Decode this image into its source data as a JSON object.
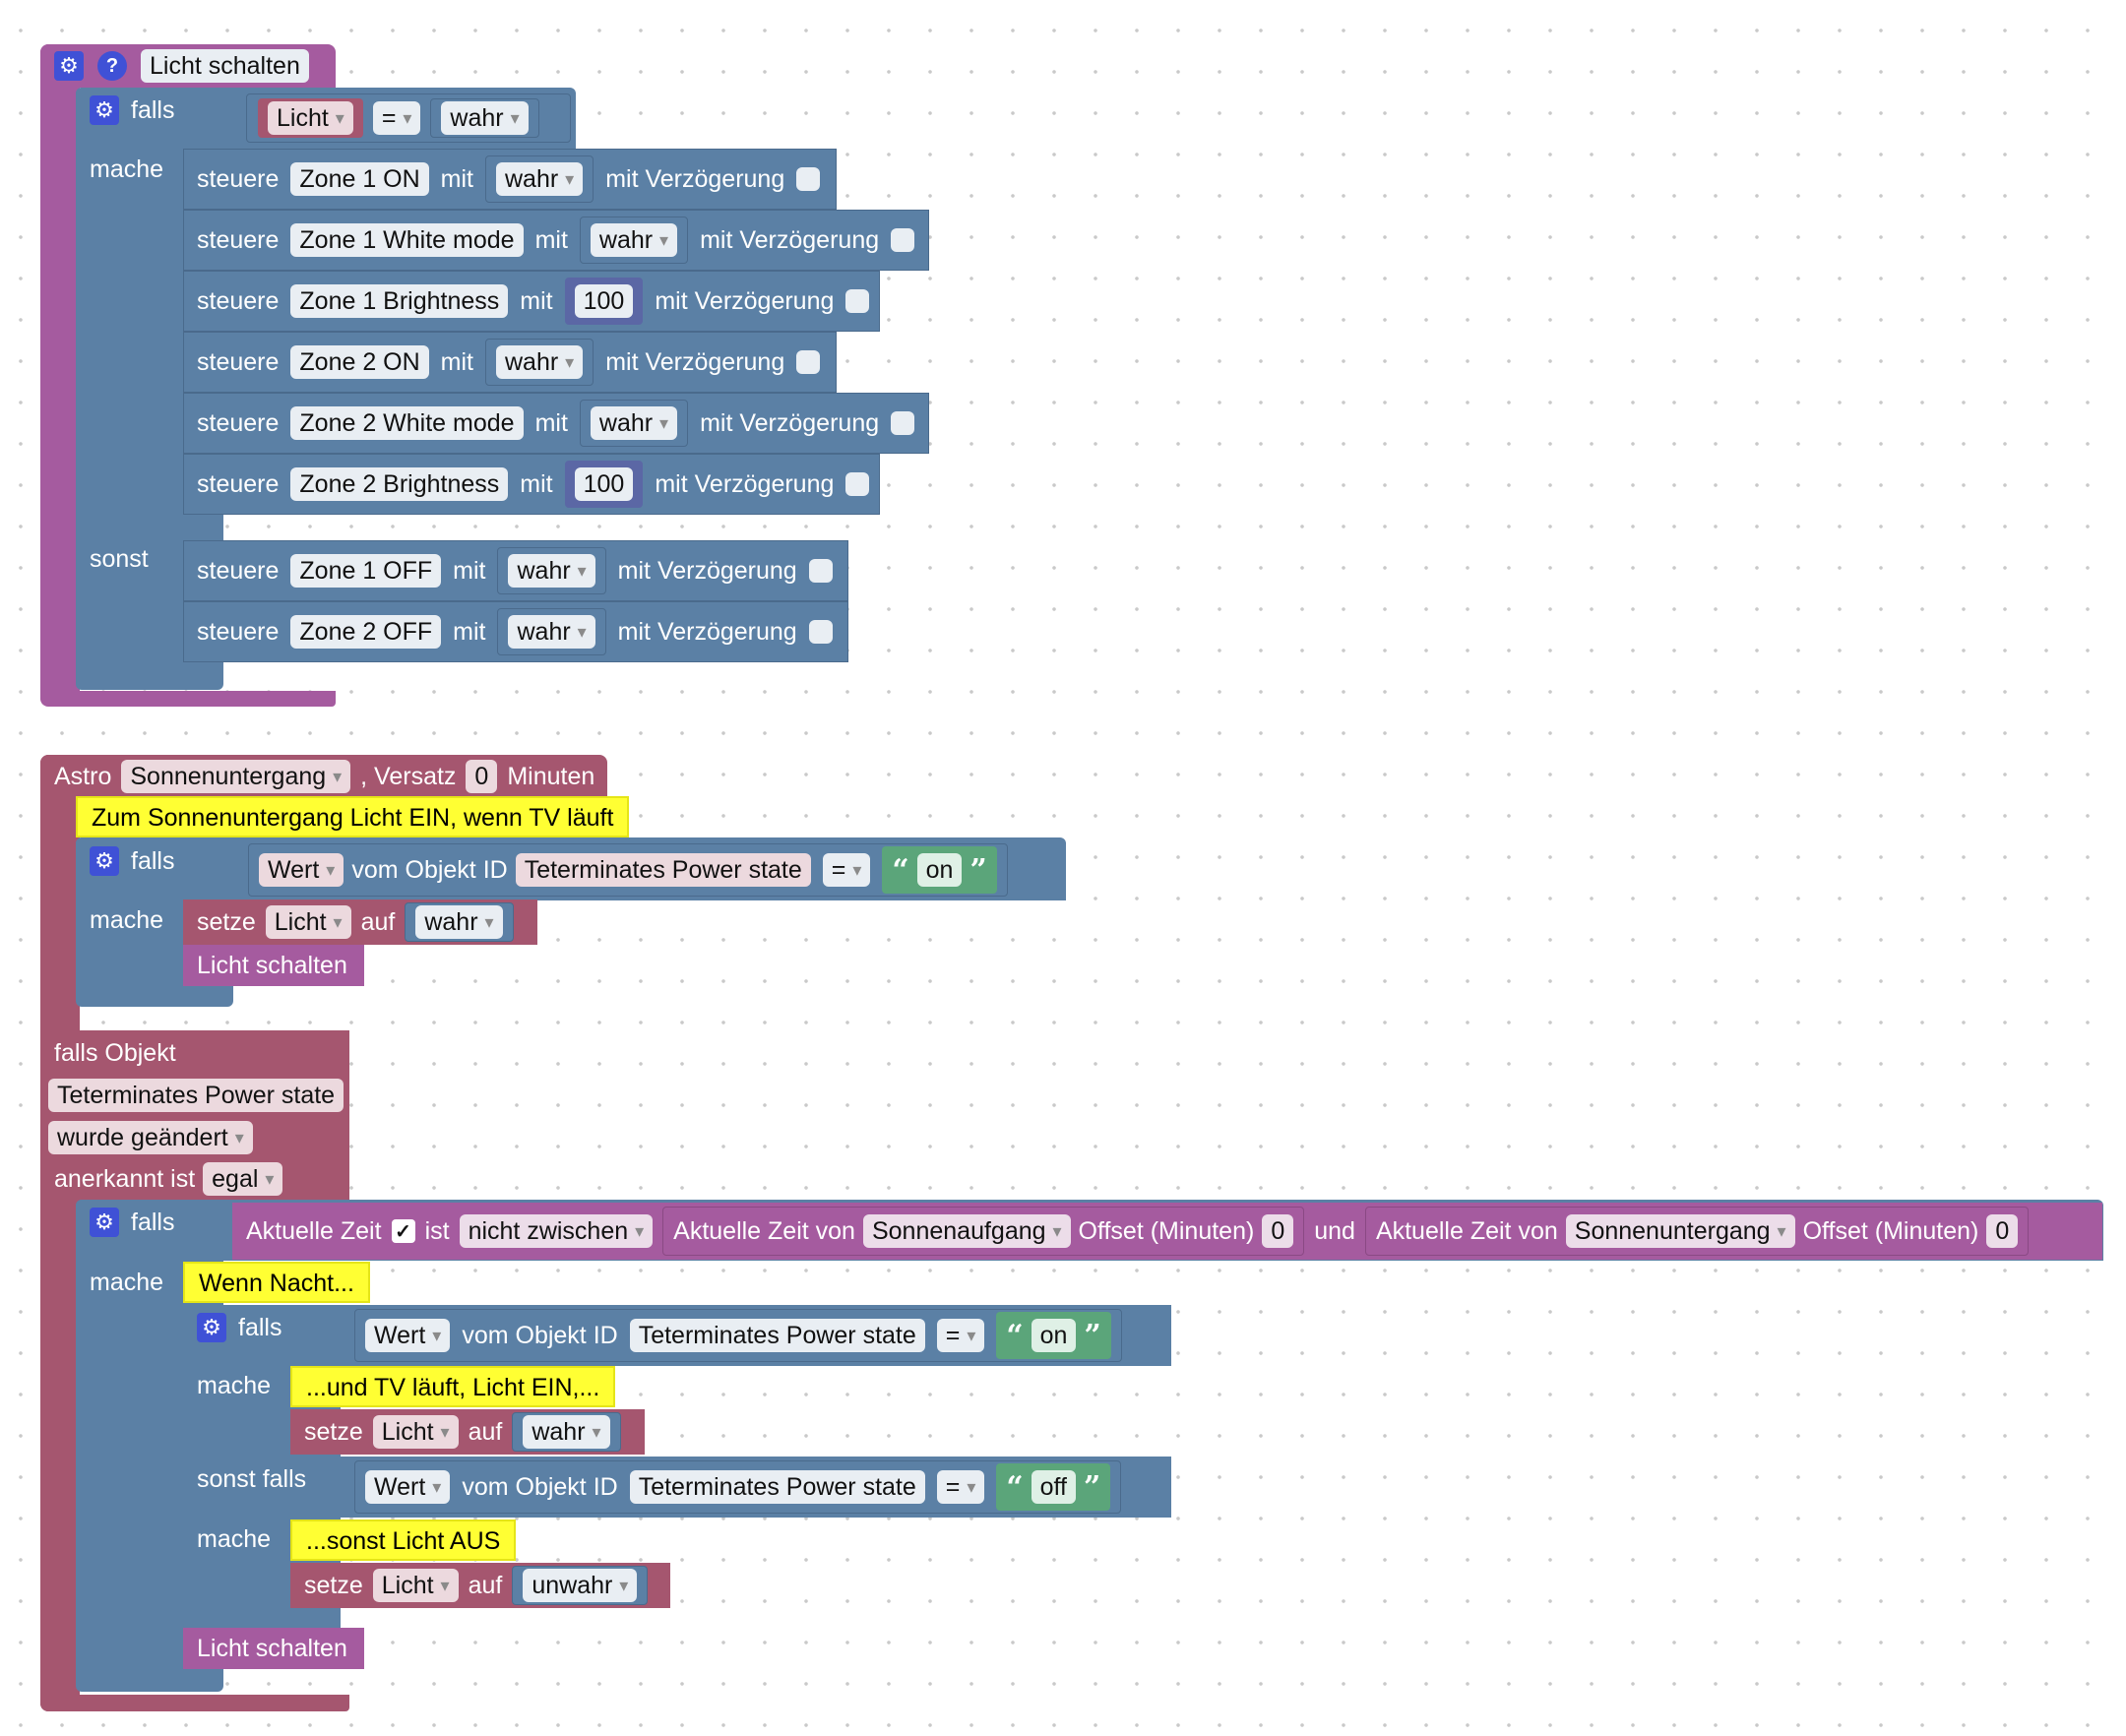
{
  "block1": {
    "title": "Licht schalten",
    "falls": "falls",
    "mache": "mache",
    "sonst": "sonst",
    "cond_var": "Licht",
    "cond_op": "=",
    "cond_val": "wahr",
    "rows": [
      {
        "verb": "steuere",
        "target": "Zone 1 ON",
        "mit": "mit",
        "value": "wahr",
        "delay": "mit Verzögerung"
      },
      {
        "verb": "steuere",
        "target": "Zone 1 White mode",
        "mit": "mit",
        "value": "wahr",
        "delay": "mit Verzögerung"
      },
      {
        "verb": "steuere",
        "target": "Zone 1 Brightness",
        "mit": "mit",
        "value": "100",
        "delay": "mit Verzögerung"
      },
      {
        "verb": "steuere",
        "target": "Zone 2 ON",
        "mit": "mit",
        "value": "wahr",
        "delay": "mit Verzögerung"
      },
      {
        "verb": "steuere",
        "target": "Zone 2 White mode",
        "mit": "mit",
        "value": "wahr",
        "delay": "mit Verzögerung"
      },
      {
        "verb": "steuere",
        "target": "Zone 2 Brightness",
        "mit": "mit",
        "value": "100",
        "delay": "mit Verzögerung"
      }
    ],
    "else_rows": [
      {
        "verb": "steuere",
        "target": "Zone 1 OFF",
        "mit": "mit",
        "value": "wahr",
        "delay": "mit Verzögerung"
      },
      {
        "verb": "steuere",
        "target": "Zone 2 OFF",
        "mit": "mit",
        "value": "wahr",
        "delay": "mit Verzögerung"
      }
    ]
  },
  "block2": {
    "astro": "Astro",
    "event": "Sonnenuntergang",
    "versatz": ", Versatz",
    "offset": "0",
    "minuten": "Minuten",
    "comment": "Zum Sonnenuntergang Licht EIN, wenn TV läuft",
    "falls": "falls",
    "mache": "mache",
    "wert": "Wert",
    "vom_objekt": "vom Objekt ID",
    "object": "Teterminates Power state",
    "op": "=",
    "string_val": "on",
    "setze": "setze",
    "var": "Licht",
    "auf": "auf",
    "set_val": "wahr",
    "call": "Licht schalten"
  },
  "block3": {
    "falls_objekt": "falls Objekt",
    "object": "Teterminates Power state",
    "trigger": "wurde geändert",
    "anerkannt": "anerkannt ist",
    "ack": "egal",
    "falls": "falls",
    "mache": "mache",
    "aktuelle_zeit": "Aktuelle Zeit",
    "ist": "ist",
    "range": "nicht zwischen",
    "zeit_von": "Aktuelle Zeit von",
    "sunrise": "Sonnenaufgang",
    "sunset": "Sonnenuntergang",
    "offset_label": "Offset (Minuten)",
    "offset1": "0",
    "offset2": "0",
    "und": "und",
    "comment1": "Wenn Nacht...",
    "inner_falls": "falls",
    "wert": "Wert",
    "vom_objekt": "vom Objekt ID",
    "op": "=",
    "val_on": "on",
    "val_off": "off",
    "comment2": "...und TV läuft, Licht EIN,...",
    "setze": "setze",
    "var": "Licht",
    "auf": "auf",
    "set_true": "wahr",
    "sonst_falls": "sonst falls",
    "comment3": "...sonst Licht AUS",
    "set_false": "unwahr",
    "call": "Licht schalten"
  }
}
